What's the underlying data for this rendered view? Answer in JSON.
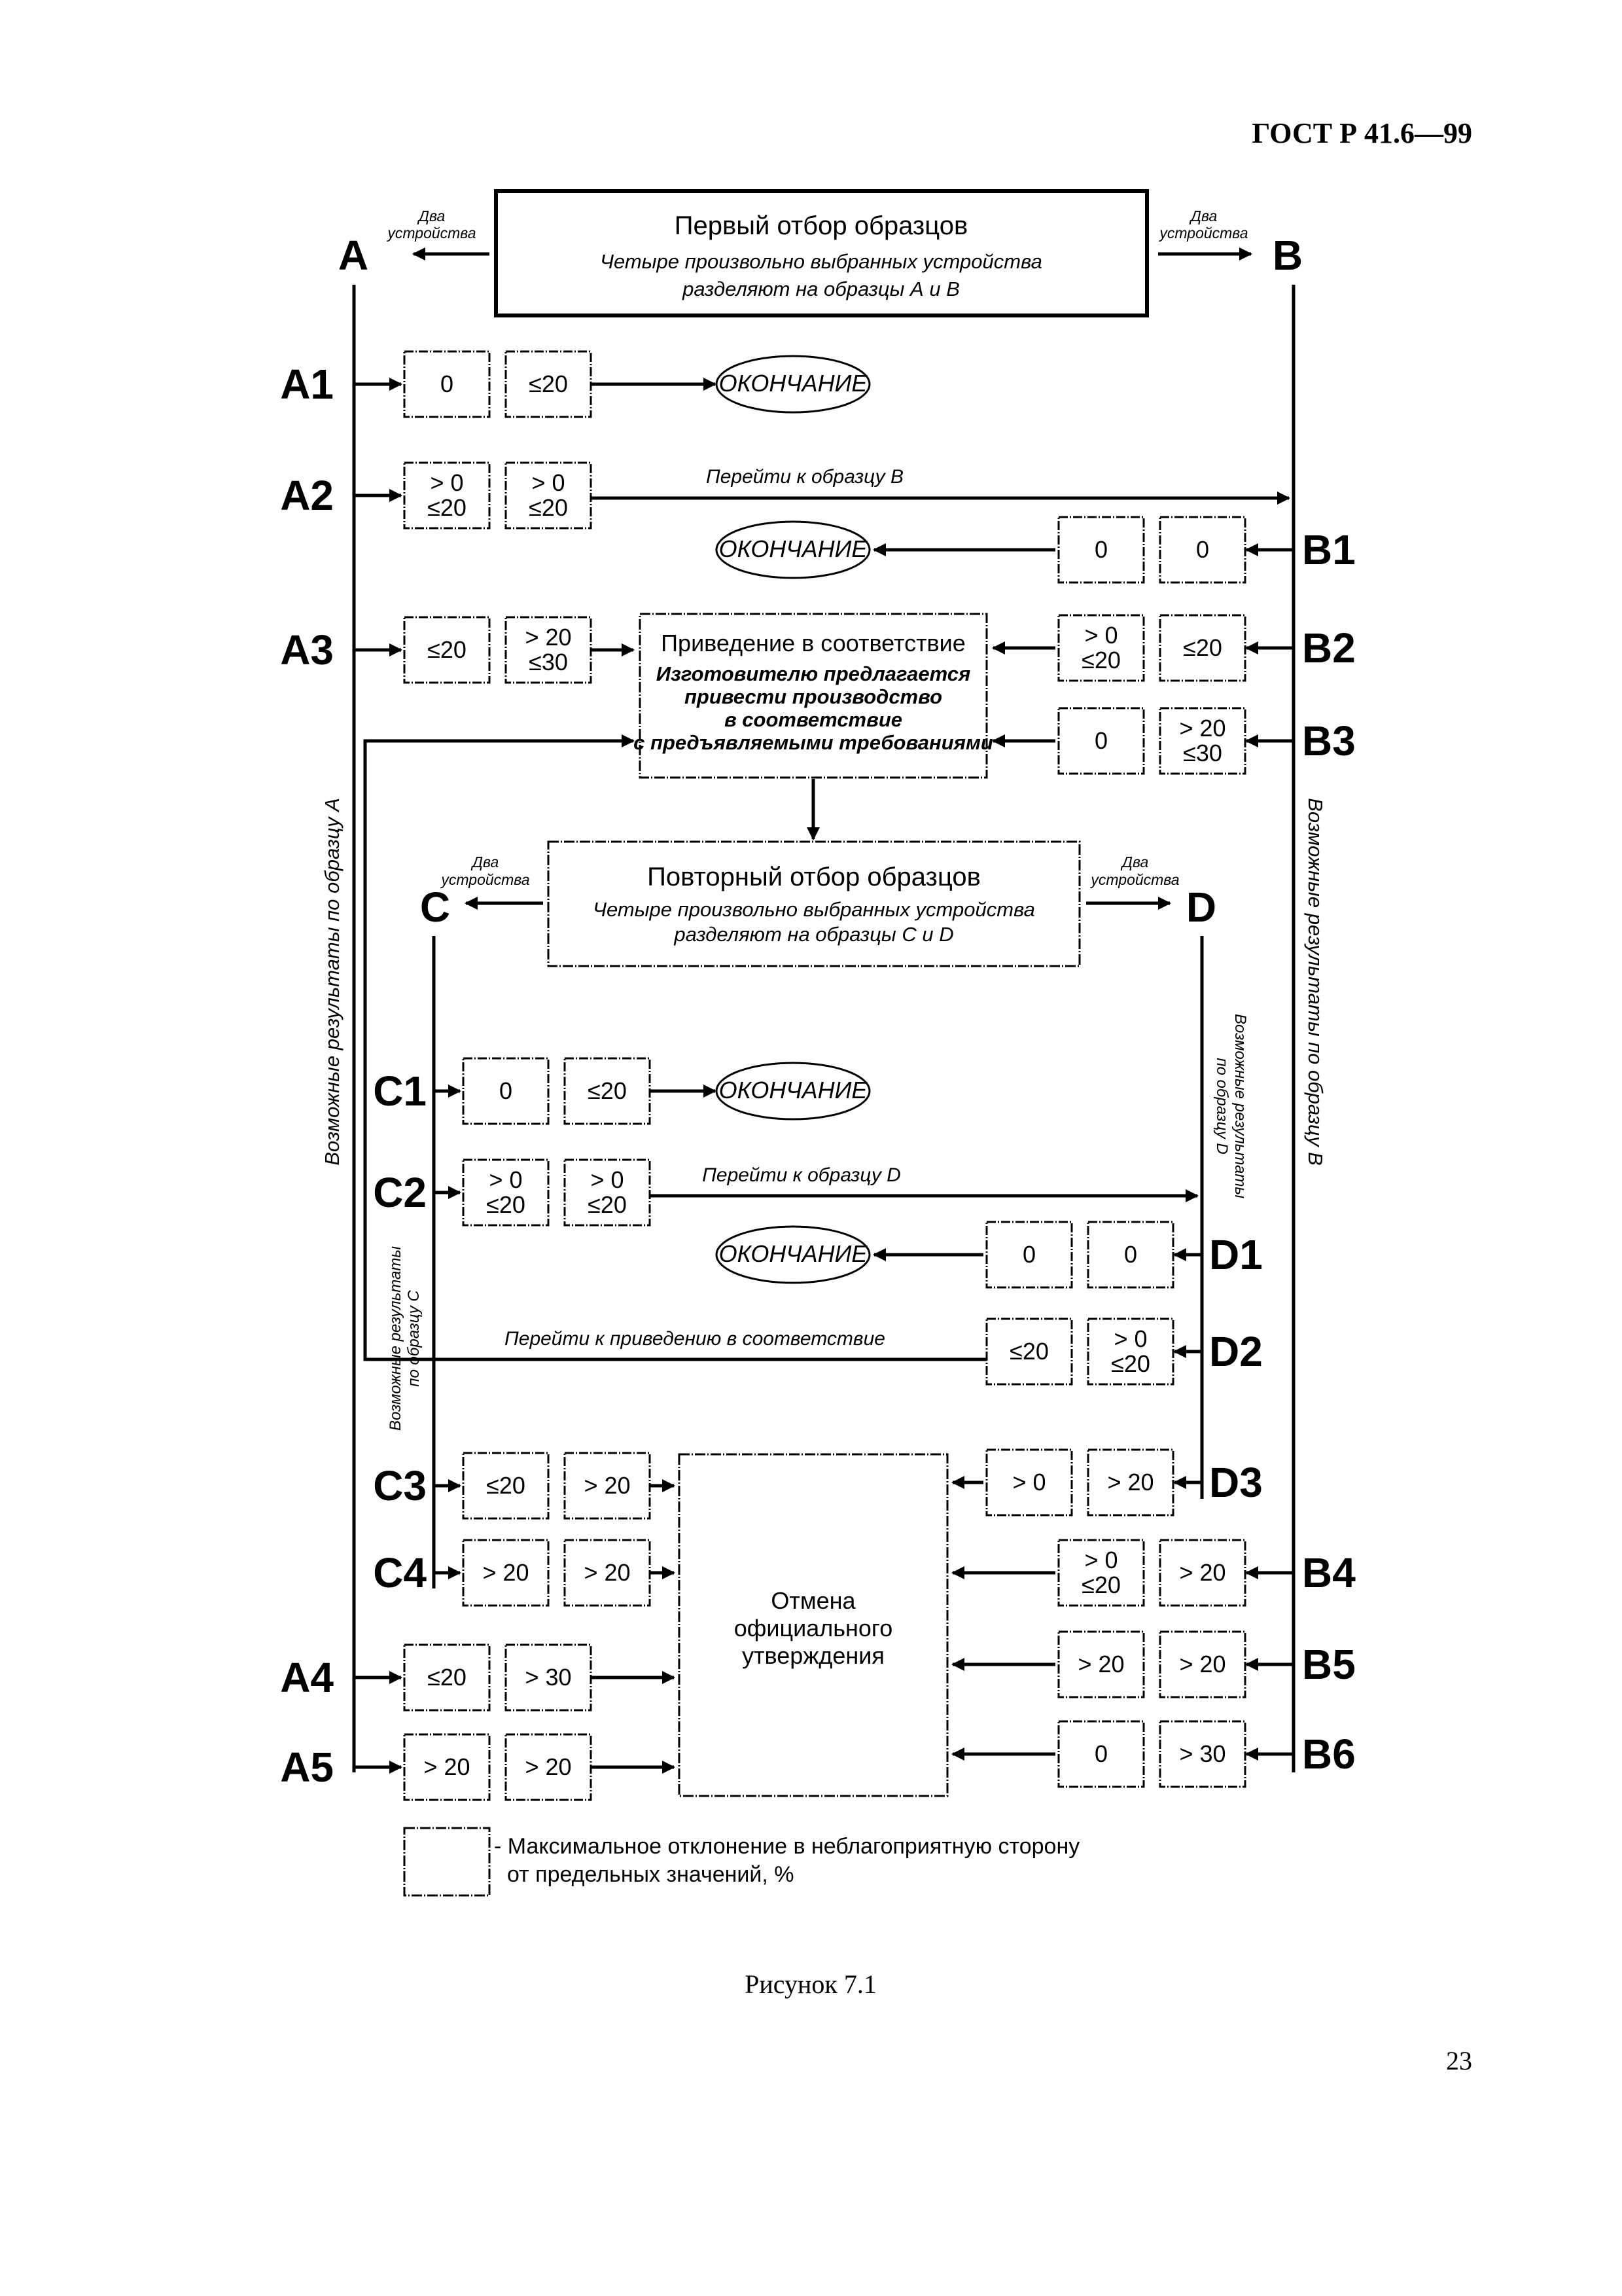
{
  "header": {
    "doc_number": "ГОСТ Р 41.6—99"
  },
  "footer": {
    "caption": "Рисунок 7.1",
    "page_number": "23"
  },
  "diagram": {
    "two_devices": [
      "Два",
      "устройства"
    ],
    "first_sampling": {
      "title": "Первый отбор образцов",
      "line1": "Четыре произвольно выбранных устройства",
      "line2": "разделяют на образцы А и В"
    },
    "second_sampling": {
      "title": "Повторный отбор образцов",
      "line1": "Четыре произвольно выбранных устройства",
      "line2": "разделяют на образцы С и D"
    },
    "conformity": {
      "title": "Приведение в соответствие",
      "lines": [
        "Изготовителю предлагается",
        "привести производство",
        "в соответствие",
        "с предъявляемыми требованиями"
      ]
    },
    "cancel": {
      "lines": [
        "Отмена",
        "официального",
        "утверждения"
      ]
    },
    "end_label": "ОКОНЧАНИЕ",
    "goto_b": "Перейти к образцу В",
    "goto_d": "Перейти к образцу D",
    "goto_conformity": "Перейти к приведению в соответствие",
    "vertical_a": "Возможные результаты по образцу А",
    "vertical_b": "Возможные результаты по образцу В",
    "vertical_c": [
      "Возможные результаты",
      "по образцу С"
    ],
    "vertical_d": [
      "Возможные результаты",
      "по образцу D"
    ],
    "letters": {
      "a": "A",
      "b": "B",
      "c": "C",
      "d": "D"
    },
    "rows": {
      "A1": [
        "0",
        "≤20"
      ],
      "A2": [
        "> 0\n≤20",
        "> 0\n≤20"
      ],
      "A3": [
        "≤20",
        "> 20\n≤30"
      ],
      "A4": [
        "≤20",
        "> 30"
      ],
      "A5": [
        "> 20",
        "> 20"
      ],
      "B1": [
        "0",
        "0"
      ],
      "B2": [
        "> 0\n≤20",
        "≤20"
      ],
      "B3": [
        "0",
        "> 20\n≤30"
      ],
      "B4": [
        "> 0\n≤20",
        "> 20"
      ],
      "B5": [
        "> 20",
        "> 20"
      ],
      "B6": [
        "0",
        "> 30"
      ],
      "C1": [
        "0",
        "≤20"
      ],
      "C2": [
        "> 0\n≤20",
        "> 0\n≤20"
      ],
      "C3": [
        "≤20",
        "> 20"
      ],
      "C4": [
        "> 20",
        "> 20"
      ],
      "D1": [
        "0",
        "0"
      ],
      "D2": [
        "≤20",
        "> 0\n≤20"
      ],
      "D3": [
        "> 0",
        "> 20"
      ]
    },
    "legend": {
      "line1": "- Максимальное отклонение в неблагоприятную сторону",
      "line2": "от предельных значений, %"
    }
  }
}
